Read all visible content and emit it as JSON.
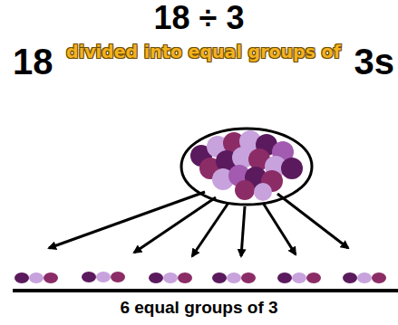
{
  "diagram": {
    "title": "18 ÷ 3",
    "caption": "6 equal groups of 3",
    "labels": [
      "18",
      "divided into equal groups of",
      "3s"
    ]
  }
}
